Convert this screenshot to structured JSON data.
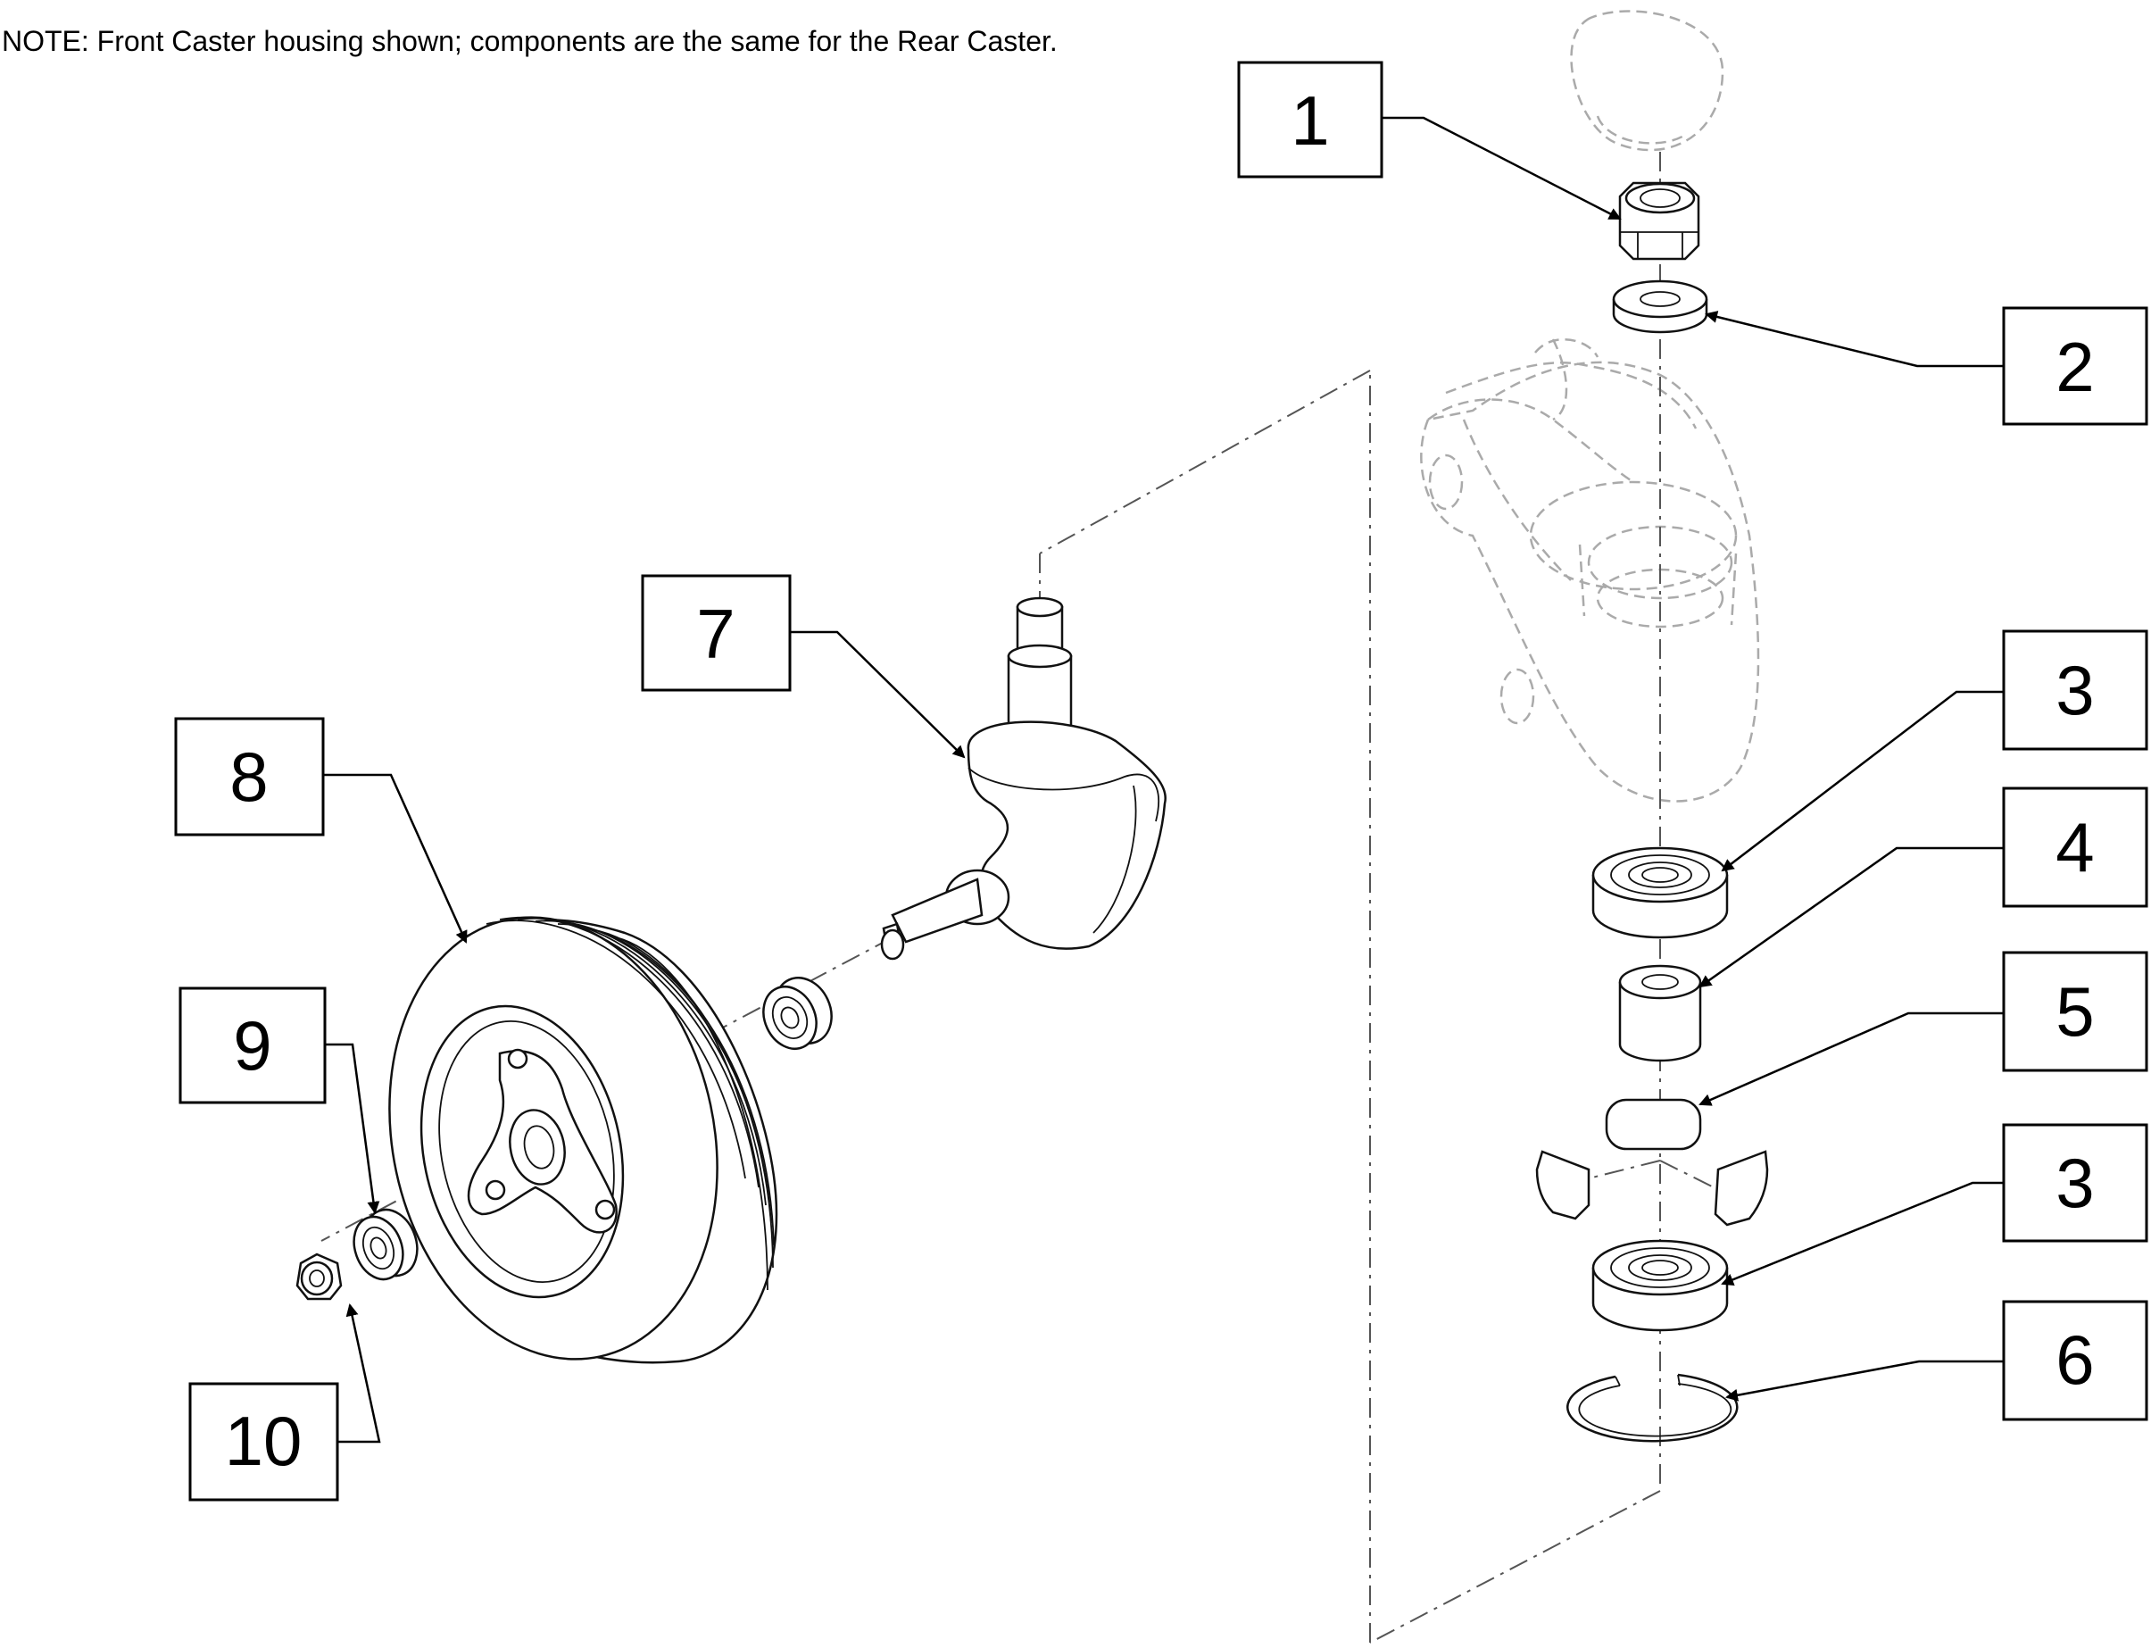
{
  "note": "NOTE: Front Caster housing shown; components are the same for the Rear Caster.",
  "callouts": [
    {
      "id": "c1",
      "label": "1"
    },
    {
      "id": "c2",
      "label": "2"
    },
    {
      "id": "c3a",
      "label": "3"
    },
    {
      "id": "c4",
      "label": "4"
    },
    {
      "id": "c5",
      "label": "5"
    },
    {
      "id": "c3b",
      "label": "3"
    },
    {
      "id": "c6",
      "label": "6"
    },
    {
      "id": "c7",
      "label": "7"
    },
    {
      "id": "c8",
      "label": "8"
    },
    {
      "id": "c9",
      "label": "9"
    },
    {
      "id": "c10",
      "label": "10"
    }
  ]
}
